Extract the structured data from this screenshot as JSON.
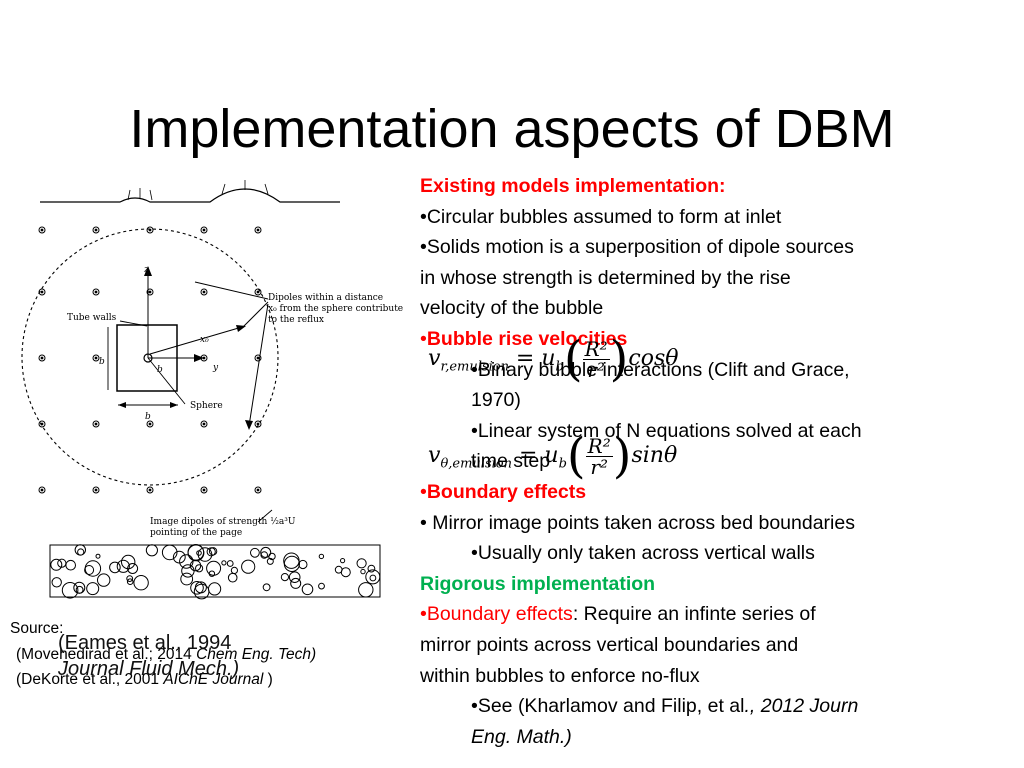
{
  "slide": {
    "title": "Implementation aspects of DBM"
  },
  "figure": {
    "labels": {
      "dipoles": "Dipoles within a distance",
      "dipoles2": "x₀ from the sphere contribute",
      "dipoles3": "to the reflux",
      "tube_walls": "Tube walls",
      "sphere": "Sphere",
      "image_dipoles": "Image dipoles of strength ½a³U",
      "image_dipoles2": "pointing of the page",
      "z": "z",
      "y": "y",
      "x0": "x₀",
      "b_left": "b",
      "b_mid": "b",
      "b_bottom": "b"
    }
  },
  "sources": {
    "label": "Source:",
    "line2_pre": "(Movehedirad et al.; 2014 ",
    "line2_journal": "Chem Eng. Tech)",
    "line3_pre": "(DeKorte et al., 2001 ",
    "line3_journal": "AIChE Journal",
    "line3_post": " )",
    "overlay1": "(Eames et al., 1994",
    "overlay2": "Journal Fluid Mech.)"
  },
  "content": {
    "existing_heading": "Existing models implementation:",
    "bullet1": "•Circular bubbles assumed to form at inlet",
    "bullet2a": "•Solids motion is a superposition of dipole sources",
    "bullet2b": "in whose strength is determined by the rise",
    "bullet2c": "velocity of the bubble",
    "bullet3_dot": "•",
    "bullet3": "Bubble rise velocities",
    "sub1a": "•Binary bubble interactions (Clift and Grace,",
    "sub1b": "1970)",
    "sub2a": "•Linear system of N equations solved at each",
    "sub2b": "time step",
    "bullet4_dot": "•",
    "bullet4": "Boundary effects",
    "bullet5": "• Mirror image points taken across bed boundaries",
    "sub3": "•Usually only taken across vertical walls",
    "rigorous_heading": "Rigorous implementation",
    "bullet6_dot": "•",
    "bullet6": "Boundary effects",
    "bullet6_rest": ": Require an infinte series of",
    "bullet6b": "mirror points across vertical boundaries and",
    "bullet6c": "within bubbles to enforce no-flux",
    "sub4_pre": "•See (Kharlamov and Filip, et al",
    "sub4_ital": "., 2012 Journ",
    "sub4b": "Eng. Math.)"
  },
  "equations": {
    "eq1_lhs": "v",
    "eq1_sub": "r,emulsion",
    "eq1_eq": " = ",
    "eq1_ub": "u",
    "eq1_ub_sub": "b",
    "eq1_num": "R²",
    "eq1_den": "r²",
    "eq1_trig": "cosθ",
    "eq2_lhs": "v",
    "eq2_sub": "θ,emulsion",
    "eq2_eq": " = ",
    "eq2_ub": "u",
    "eq2_ub_sub": "b",
    "eq2_num": "R²",
    "eq2_den": "r²",
    "eq2_trig": "sinθ"
  },
  "colors": {
    "heading_red": "#ff0000",
    "heading_green": "#00b050"
  }
}
